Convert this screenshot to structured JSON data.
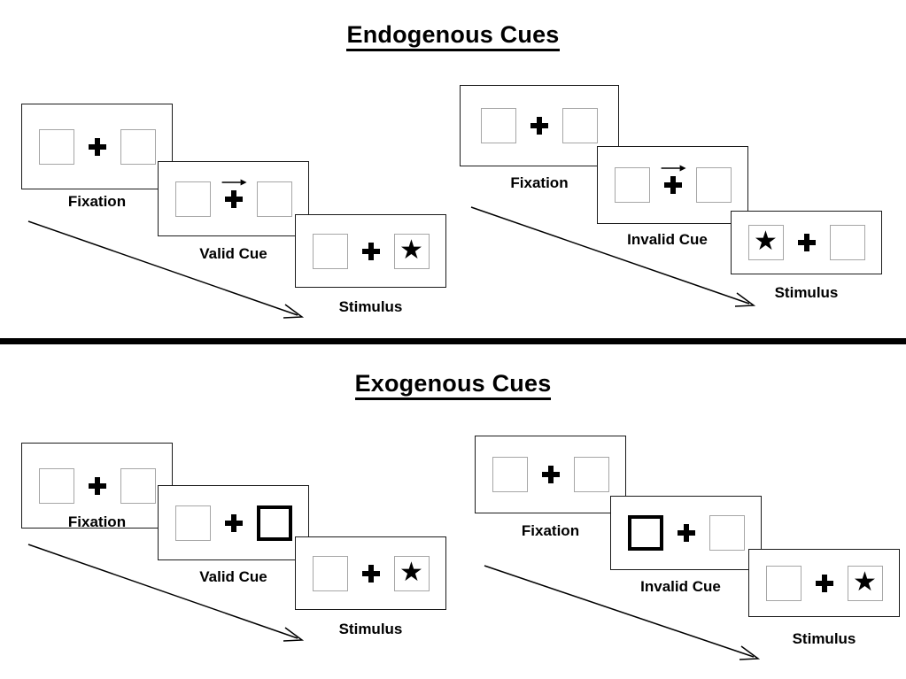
{
  "sections": [
    {
      "id": "endogenous",
      "title": "Endogenous Cues",
      "cue_type": "central-arrow",
      "columns": [
        {
          "id": "valid",
          "panels": [
            {
              "caption": "Fixation",
              "left_box": "empty",
              "right_box": "empty",
              "center": "plus",
              "cue": "none"
            },
            {
              "caption": "Valid Cue",
              "left_box": "empty",
              "right_box": "empty",
              "center": "plus",
              "cue": "arrow-right-icon"
            },
            {
              "caption": "Stimulus",
              "left_box": "empty",
              "right_box": "star",
              "center": "plus",
              "cue": "none"
            }
          ]
        },
        {
          "id": "invalid",
          "panels": [
            {
              "caption": "Fixation",
              "left_box": "empty",
              "right_box": "empty",
              "center": "plus",
              "cue": "none"
            },
            {
              "caption": "Invalid Cue",
              "left_box": "empty",
              "right_box": "empty",
              "center": "plus",
              "cue": "arrow-right-icon"
            },
            {
              "caption": "Stimulus",
              "left_box": "star",
              "right_box": "empty",
              "center": "plus",
              "cue": "none"
            }
          ]
        }
      ]
    },
    {
      "id": "exogenous",
      "title": "Exogenous Cues",
      "cue_type": "peripheral-flash",
      "columns": [
        {
          "id": "valid",
          "panels": [
            {
              "caption": "Fixation",
              "left_box": "empty",
              "right_box": "empty",
              "center": "plus",
              "cue": "none"
            },
            {
              "caption": "Valid Cue",
              "left_box": "empty",
              "right_box": "cued",
              "center": "plus",
              "cue": "none"
            },
            {
              "caption": "Stimulus",
              "left_box": "empty",
              "right_box": "star",
              "center": "plus",
              "cue": "none"
            }
          ]
        },
        {
          "id": "invalid",
          "panels": [
            {
              "caption": "Fixation",
              "left_box": "empty",
              "right_box": "empty",
              "center": "plus",
              "cue": "none"
            },
            {
              "caption": "Invalid Cue",
              "left_box": "cued",
              "right_box": "empty",
              "center": "plus",
              "cue": "none"
            },
            {
              "caption": "Stimulus",
              "left_box": "empty",
              "right_box": "star",
              "center": "plus",
              "cue": "none"
            }
          ]
        }
      ]
    }
  ],
  "glyphs": {
    "star": "★",
    "fixation_cross": "plus-icon",
    "cue_arrow": "arrow-right-icon",
    "time_arrow": "time-flow-arrow-icon"
  },
  "colors": {
    "ink": "#000000",
    "panel_border": "#1a1a1a",
    "box_border": "#a6a6a6",
    "cued_box_border": "#000000",
    "background": "#ffffff"
  },
  "labels": {
    "fixation": "Fixation",
    "valid_cue": "Valid Cue",
    "invalid_cue": "Invalid Cue",
    "stimulus": "Stimulus"
  }
}
